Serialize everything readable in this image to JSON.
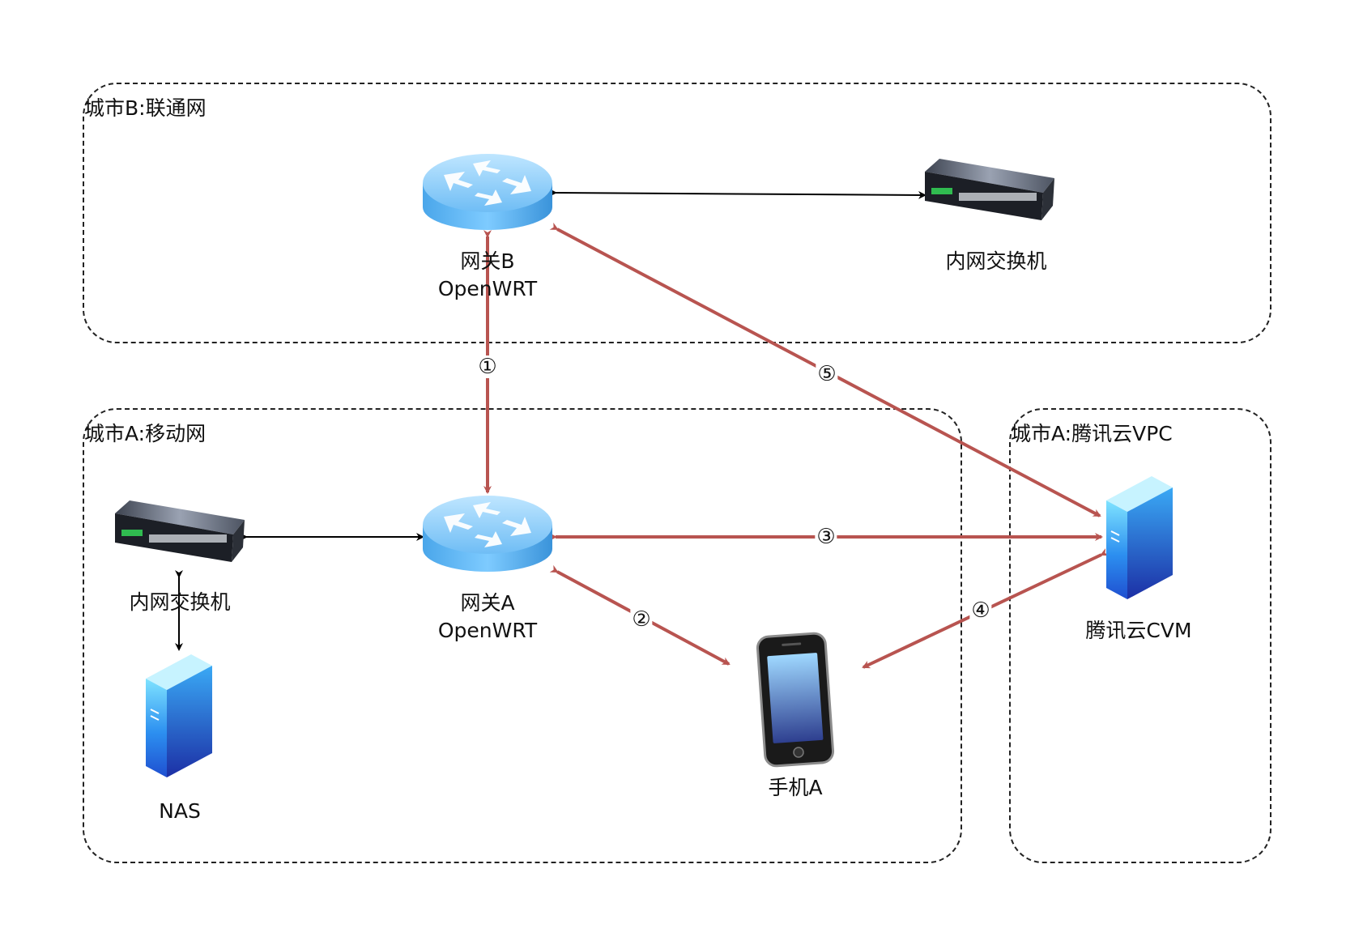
{
  "zones": {
    "city_b": "城市B:联通网",
    "city_a_mobile": "城市A:移动网",
    "city_a_vpc": "城市A:腾讯云VPC"
  },
  "nodes": {
    "gateway_b": {
      "line1": "网关B",
      "line2": "OpenWRT"
    },
    "switch_b": "内网交换机",
    "gateway_a": {
      "line1": "网关A",
      "line2": "OpenWRT"
    },
    "switch_a": "内网交换机",
    "nas": "NAS",
    "phone": "手机A",
    "cvm": "腾讯云CVM"
  },
  "link_labels": {
    "l1": "①",
    "l2": "②",
    "l3": "③",
    "l4": "④",
    "l5": "⑤"
  },
  "colors": {
    "highlight_link": "#b85450",
    "plain_link": "#000000"
  }
}
